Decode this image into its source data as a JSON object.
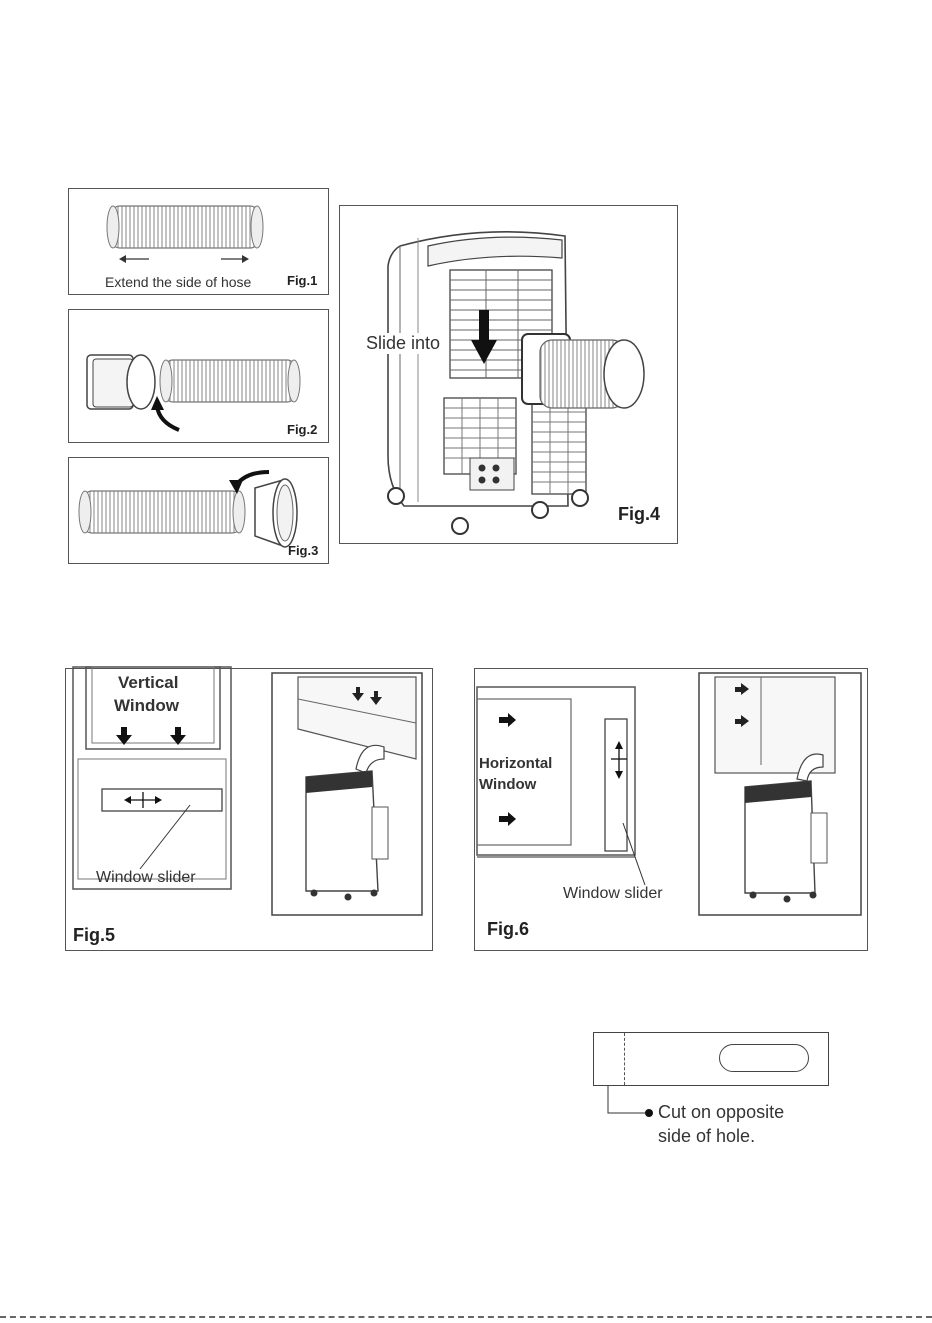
{
  "fig1": {
    "label": "Fig.1",
    "caption": "Extend the side of hose"
  },
  "fig2": {
    "label": "Fig.2"
  },
  "fig3": {
    "label": "Fig.3"
  },
  "fig4": {
    "label": "Fig.4",
    "caption": "Slide into"
  },
  "fig5": {
    "label": "Fig.5",
    "title_line1": "Vertical",
    "title_line2": "Window",
    "slider_caption": "Window slider"
  },
  "fig6": {
    "label": "Fig.6",
    "title_line1": "Horizontal",
    "title_line2": "Window",
    "slider_caption": "Window slider"
  },
  "cut_note": {
    "line1": "Cut on opposite",
    "line2": "side of hole."
  }
}
